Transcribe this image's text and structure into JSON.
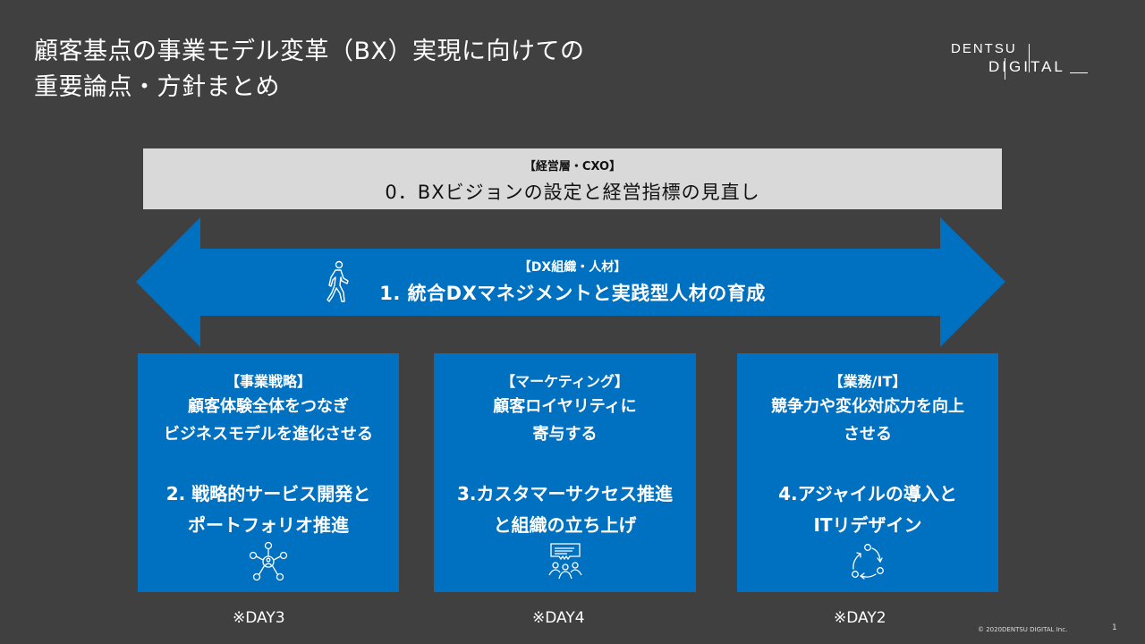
{
  "header": {
    "title_line1": "顧客基点の事業モデル変革（BX）実現に向けての",
    "title_line2": "重要論点・方針まとめ",
    "logo": {
      "line1": "DENTSU",
      "line2": "DIGITAL"
    }
  },
  "colors": {
    "background": "#404040",
    "accent_blue": "#0070c0",
    "executive_box": "#d9d9d9"
  },
  "executive": {
    "tag": "【経営層・CXO】",
    "title": "0．BXビジョンの設定と経営指標の見直し"
  },
  "dx_arrow": {
    "icon": "person-walking-icon",
    "tag": "【DX組織・人材】",
    "title": "1. 統合DXマネジメントと実践型人材の育成"
  },
  "pillars": [
    {
      "tag": "【事業戦略】",
      "desc_line1": "顧客体験全体をつなぎ",
      "desc_line2": "ビジネスモデルを進化させる",
      "theme_line1": "2. 戦略的サービス開発と",
      "theme_line2": "ポートフォリオ推進",
      "icon": "network-hub-icon",
      "day": "※DAY3"
    },
    {
      "tag": "【マーケティング】",
      "desc_line1": "顧客ロイヤリティに",
      "desc_line2": "寄与する",
      "theme_line1": "3.カスタマーサクセス推進",
      "theme_line2": "と組織の立ち上げ",
      "icon": "audience-chat-icon",
      "day": "※DAY4"
    },
    {
      "tag": "【業務/IT】",
      "desc_line1": "競争力や変化対応力を向上",
      "desc_line2": "させる",
      "theme_line1": "4.アジャイルの導入と",
      "theme_line2": "ITリデザイン",
      "icon": "cycle-arrows-icon",
      "day": "※DAY2"
    }
  ],
  "footer": {
    "copyright": "© 2020DENTSU DIGITAL Inc.",
    "page_number": "1"
  }
}
